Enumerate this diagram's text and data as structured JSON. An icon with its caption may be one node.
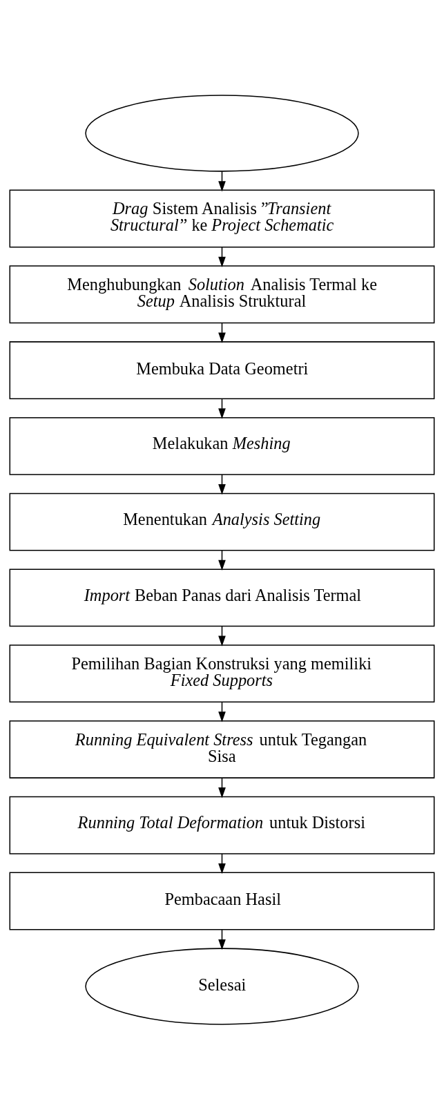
{
  "diagram": {
    "nodes": [
      {
        "text": [],
        "shape": "ellipse"
      },
      {
        "text": [
          "*Drag* Sistem Analisis ”*Transient Structural*” ke *Project Schematic*"
        ]
      },
      {
        "text": [
          "Menghubungkan *Solution* Analisis Termal ke *Setup* Analisis Struktural"
        ]
      },
      {
        "text": [
          "Membuka Data Geometri"
        ]
      },
      {
        "text": [
          "Melakukan *Meshing*"
        ]
      },
      {
        "text": [
          "Menentukan *Analysis Setting*"
        ]
      },
      {
        "text": [
          "*Import* Beban Panas dari Analisis Termal"
        ]
      },
      {
        "text": [
          "Pemilihan Bagian Konstruksi yang memiliki *Fixed Supports*"
        ]
      },
      {
        "text": [
          "*Running Equivalent Stress* untuk Tegangan Sisa"
        ]
      },
      {
        "text": [
          "*Running Total Deformation* untuk Distorsi"
        ]
      },
      {
        "text": [
          "Pembacaan Hasil"
        ]
      },
      {
        "text": [
          "Selesai"
        ]
      }
    ],
    "edges": [
      {
        "from": 0,
        "to": 1,
        "arrow": "to"
      },
      {
        "from": 1,
        "to": 2,
        "arrow": "to"
      },
      {
        "from": 2,
        "to": 3,
        "arrow": "to"
      },
      {
        "from": 3,
        "to": 4,
        "arrow": "to"
      },
      {
        "from": 4,
        "to": 5,
        "arrow": "to"
      },
      {
        "from": 5,
        "to": 6,
        "arrow": "to"
      },
      {
        "from": 6,
        "to": 7,
        "arrow": "to"
      },
      {
        "from": 7,
        "to": 8,
        "arrow": "to"
      },
      {
        "from": 8,
        "to": 9,
        "arrow": "to"
      },
      {
        "from": 9,
        "to": 10,
        "arrow": "to"
      },
      {
        "from": 10,
        "to": 11,
        "arrow": "to"
      }
    ]
  }
}
